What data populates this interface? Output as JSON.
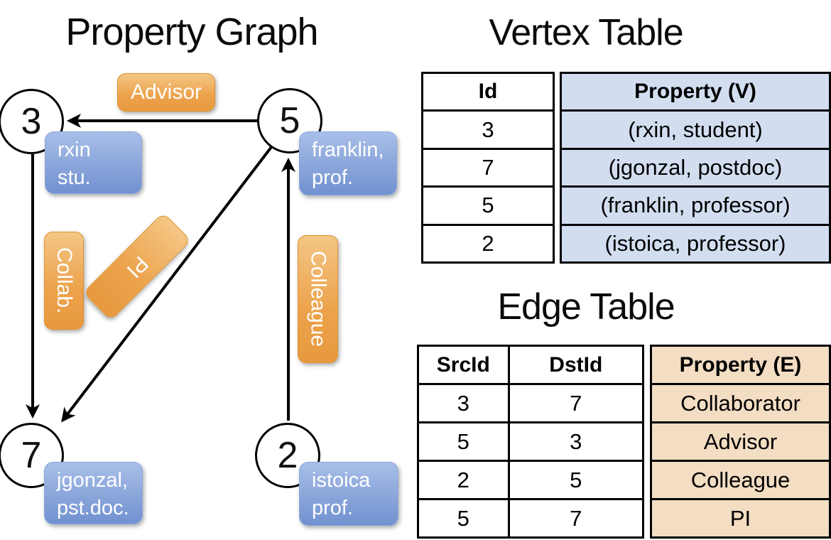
{
  "graph": {
    "title": "Property Graph",
    "nodes": [
      {
        "id": "3",
        "line1": "rxin",
        "line2": "stu."
      },
      {
        "id": "5",
        "line1": "franklin,",
        "line2": "prof."
      },
      {
        "id": "7",
        "line1": "jgonzal,",
        "line2": "pst.doc."
      },
      {
        "id": "2",
        "line1": "istoica",
        "line2": "prof."
      }
    ],
    "edge_labels": [
      {
        "name": "advisor",
        "text": "Advisor"
      },
      {
        "name": "collab",
        "text": "Collab."
      },
      {
        "name": "pi",
        "text": "PI"
      },
      {
        "name": "colleague",
        "text": "Colleague"
      }
    ]
  },
  "vertex_table": {
    "title": "Vertex Table",
    "columns": {
      "id": "Id",
      "property": "Property (V)"
    },
    "rows": [
      {
        "id": "3",
        "property": "(rxin, student)"
      },
      {
        "id": "7",
        "property": "(jgonzal, postdoc)"
      },
      {
        "id": "5",
        "property": "(franklin, professor)"
      },
      {
        "id": "2",
        "property": "(istoica, professor)"
      }
    ]
  },
  "edge_table": {
    "title": "Edge Table",
    "columns": {
      "src": "SrcId",
      "dst": "DstId",
      "property": "Property (E)"
    },
    "rows": [
      {
        "src": "3",
        "dst": "7",
        "property": "Collaborator"
      },
      {
        "src": "5",
        "dst": "3",
        "property": "Advisor"
      },
      {
        "src": "2",
        "dst": "5",
        "property": "Colleague"
      },
      {
        "src": "5",
        "dst": "7",
        "property": "PI"
      }
    ]
  },
  "colors": {
    "orange_top": "#f4c685",
    "orange_bottom": "#e8993f",
    "blue_top": "#a8bfe8",
    "blue_bottom": "#7191d0",
    "vertex_prop_bg": "#d2def0",
    "edge_prop_bg": "#f3ddc3",
    "edge_line": "#000000"
  }
}
